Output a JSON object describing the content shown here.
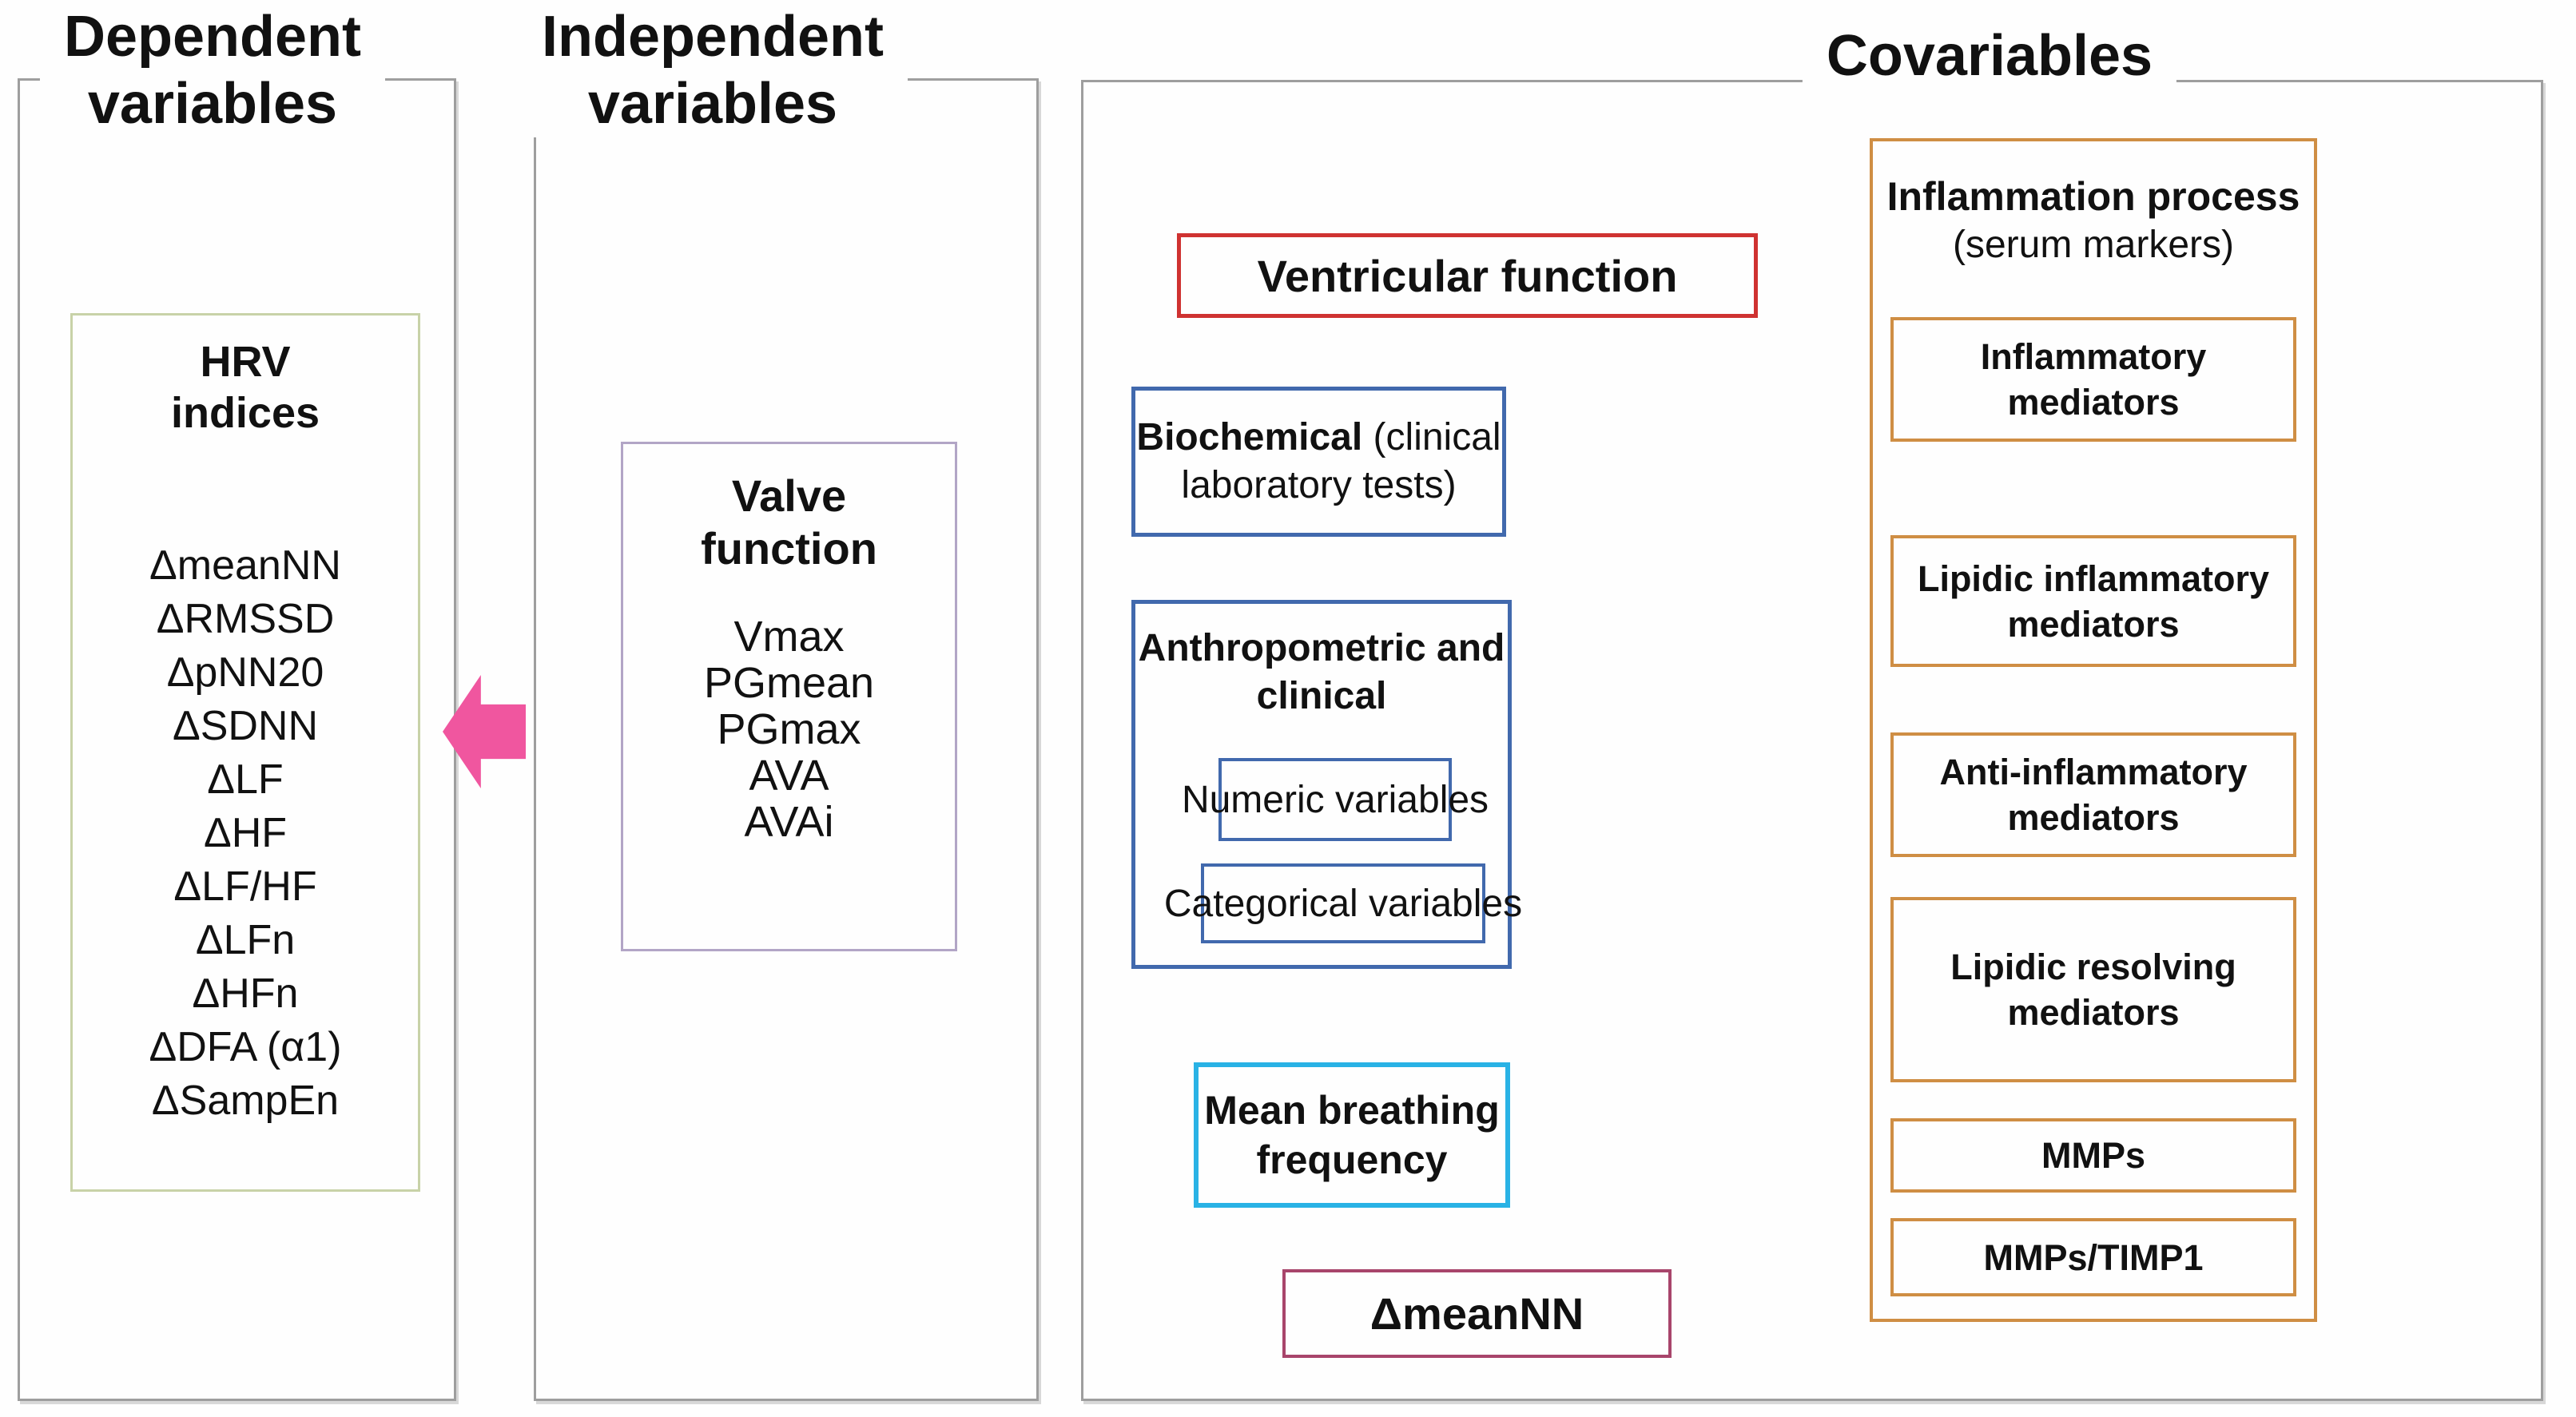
{
  "diagram": {
    "dependent": {
      "title": "Dependent\nvariables",
      "hrv": {
        "title": "HRV\nindices",
        "items": [
          "ΔmeanNN",
          "ΔRMSSD",
          "ΔpNN20",
          "ΔSDNN",
          "ΔLF",
          "ΔHF",
          "ΔLF/HF",
          "ΔLFn",
          "ΔHFn",
          "ΔDFA (α1)",
          "ΔSampEn"
        ]
      }
    },
    "independent": {
      "title": "Independent\nvariables",
      "valve": {
        "title": "Valve\nfunction",
        "items": [
          "Vmax",
          "PGmean",
          "PGmax",
          "AVA",
          "AVAi"
        ]
      }
    },
    "covariables": {
      "title": "Covariables",
      "ventricular": "Ventricular function",
      "biochemical_bold": "Biochemical",
      "biochemical_rest": " (clinical\nlaboratory tests)",
      "anthropometric_title": "Anthropometric and\nclinical",
      "numeric": "Numeric variables",
      "categorical": "Categorical variables",
      "breathing": "Mean breathing\nfrequency",
      "delta_meannn": "ΔmeanNN",
      "inflammation_title": "Inflammation process",
      "inflammation_subtitle": "(serum markers)",
      "mediator_boxes": [
        "Inflammatory\nmediators",
        "Lipidic inflammatory\nmediators",
        "Anti-inflammatory\nmediators",
        "Lipidic resolving\nmediators",
        "MMPs",
        "MMPs/TIMP1"
      ]
    }
  },
  "colors": {
    "bracket_gray": "#9e9e9e",
    "hrv_border": "#c8d2a8",
    "valve_border": "#b2a5c6",
    "arrow_pink": "#f0569f",
    "ventricular_red": "#cf3231",
    "blue": "#4169ad",
    "breathing_cyan": "#29b2e5",
    "meannn_rose": "#a8456b",
    "orange": "#cf8e44"
  }
}
